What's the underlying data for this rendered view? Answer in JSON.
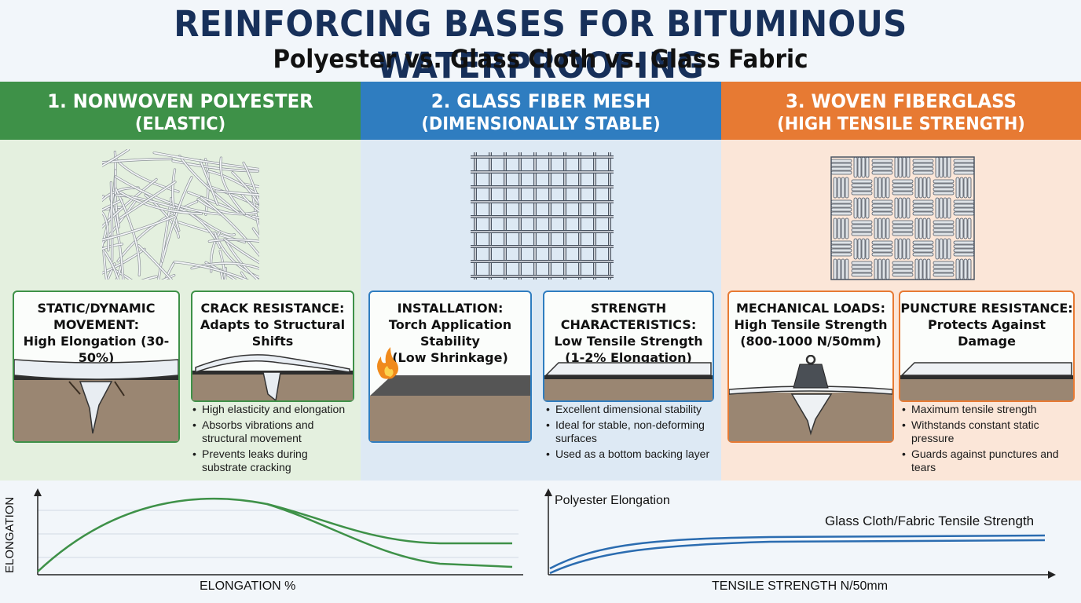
{
  "header": {
    "title": "REINFORCING BASES FOR BITUMINOUS WATERPROOFING",
    "subtitle": "Polyester vs. Glass Cloth vs. Glass Fabric"
  },
  "columns": [
    {
      "title": "1. NONWOVEN POLYESTER",
      "subtitle": "(ELASTIC)",
      "color": "#3e9148",
      "cards": [
        {
          "line1": "STATIC/DYNAMIC MOVEMENT:",
          "line2": "High Elongation (30-50%)"
        },
        {
          "line1": "CRACK RESISTANCE:",
          "line2": "Adapts to Structural Shifts"
        }
      ],
      "bullets": [
        "High elasticity and elongation",
        "Absorbs vibrations and structural movement",
        "Prevents leaks during substrate cracking"
      ]
    },
    {
      "title": "2. GLASS FIBER MESH",
      "subtitle": "(DIMENSIONALLY STABLE)",
      "color": "#2f7dc0",
      "cards": [
        {
          "line1": "INSTALLATION:",
          "line2": "Torch Application Stability",
          "line3": "(Low Shrinkage)"
        },
        {
          "line1": "STRENGTH CHARACTERISTICS:",
          "line2": "Low Tensile Strength",
          "line3": "(1-2% Elongation)"
        }
      ],
      "bullets": [
        "Excellent dimensional stability",
        "Ideal for stable, non-deforming surfaces",
        "Used as a bottom backing layer"
      ]
    },
    {
      "title": "3. WOVEN FIBERGLASS",
      "subtitle": "(HIGH TENSILE STRENGTH)",
      "color": "#e77a33",
      "cards": [
        {
          "line1": "MECHANICAL LOADS:",
          "line2": "High Tensile Strength",
          "line3": "(800-1000 N/50mm)"
        },
        {
          "line1": "PUNCTURE RESISTANCE:",
          "line2": "Protects Against Damage"
        }
      ],
      "bullets": [
        "Maximum tensile strength",
        "Withstands constant static pressure",
        "Guards against punctures and tears"
      ]
    }
  ],
  "charts": {
    "left": {
      "ylabel": "ELONGATION",
      "xlabel": "ELONGATION %"
    },
    "right": {
      "series1": "Polyester Elongation",
      "series2": "Glass Cloth/Fabric Tensile Strength",
      "xlabel": "TENSILE STRENGTH N/50mm"
    }
  },
  "icons": [
    "fire-icon",
    "weight-icon",
    "nonwoven-fiber-texture",
    "glass-mesh-texture",
    "woven-fiberglass-texture"
  ]
}
